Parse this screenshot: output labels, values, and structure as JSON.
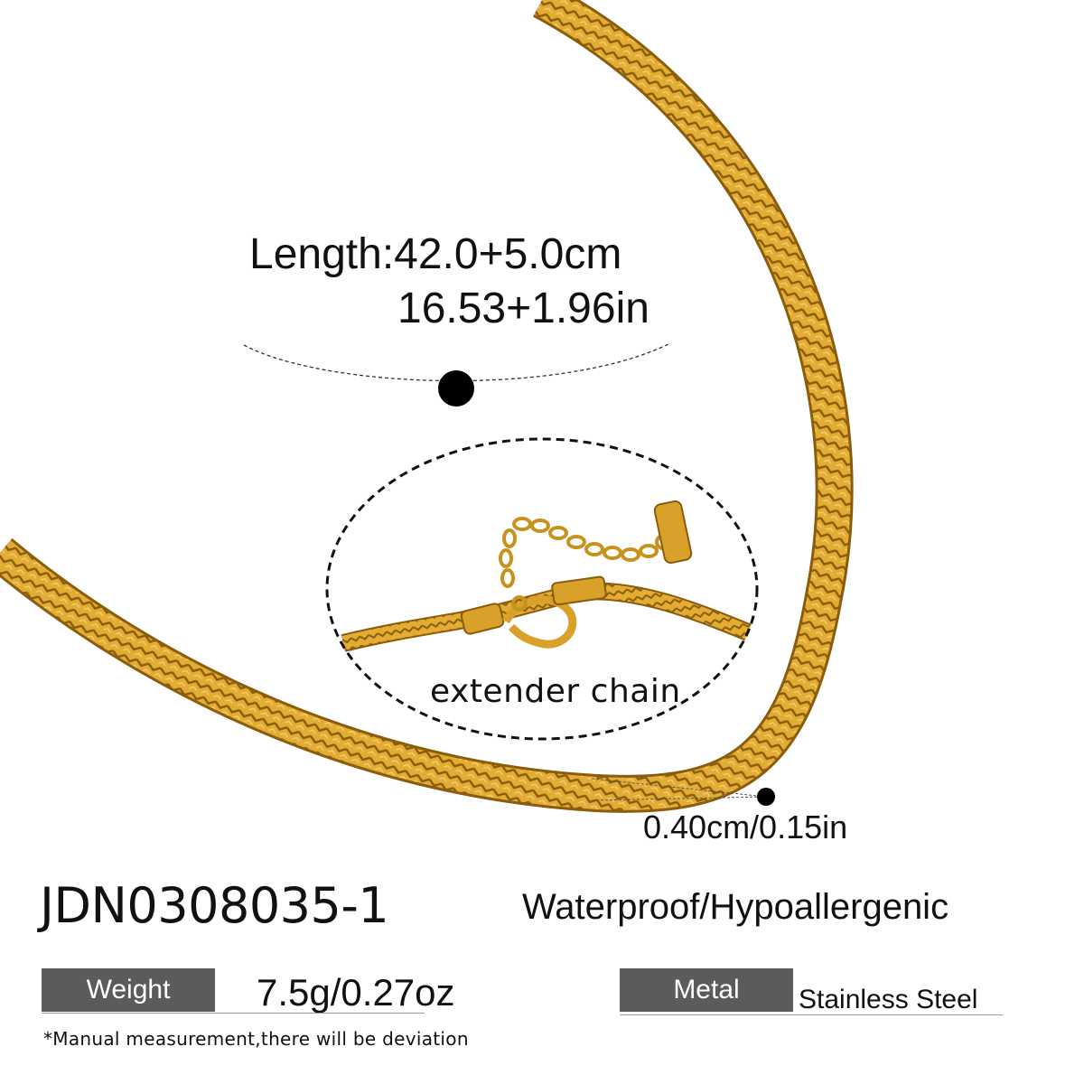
{
  "product": {
    "length_cm": "Length:42.0+5.0cm",
    "length_in": "16.53+1.96in",
    "extender_label": "extender chain",
    "width": "0.40cm/0.15in",
    "model_code": "JDN0308035-1",
    "features": "Waterproof/Hypoallergenic",
    "weight_label": "Weight",
    "weight_value": "7.5g/0.27oz",
    "metal_label": "Metal",
    "metal_value": "Stainless Steel",
    "footnote": "*Manual measurement,there will be deviation"
  },
  "colors": {
    "gold": "#e0a82c",
    "gold_dark": "#9a6a10",
    "tag_bg": "#5b5b5b"
  }
}
